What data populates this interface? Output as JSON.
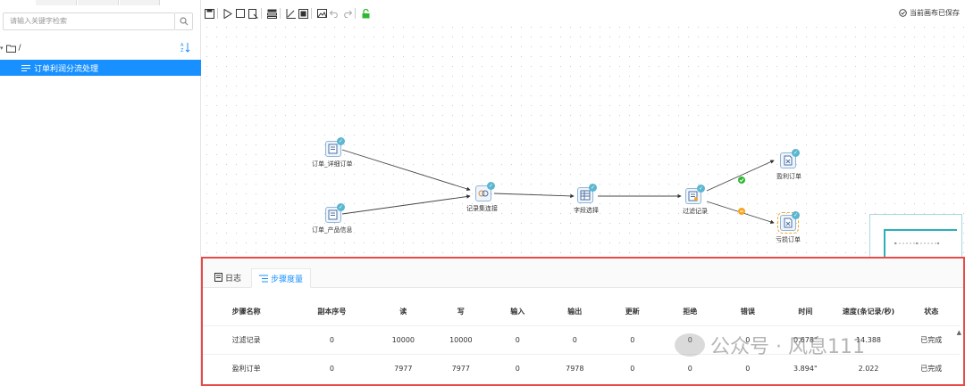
{
  "sidebar": {
    "search_placeholder": "请输入关键字检索",
    "root_label": "/",
    "selected_item": "订单利润分流处理"
  },
  "toolbar": {
    "saved_status": "当前画布已保存"
  },
  "canvas": {
    "nodes": {
      "n1": "订单_详细订单",
      "n2": "订单_产品信息",
      "n3": "记录集连接",
      "n4": "字段选择",
      "n5": "过滤记录",
      "n6": "盈利订单",
      "n7": "亏损订单"
    }
  },
  "panel": {
    "tab_log": "日志",
    "tab_metrics": "步骤度量",
    "columns": [
      "步骤名称",
      "副本序号",
      "读",
      "写",
      "输入",
      "输出",
      "更新",
      "拒绝",
      "错误",
      "时间",
      "速度(条记录/秒)",
      "状态"
    ],
    "rows": [
      [
        "过滤记录",
        "0",
        "10000",
        "10000",
        "0",
        "0",
        "0",
        "0",
        "0",
        "0.678\"",
        "14.388",
        "已完成"
      ],
      [
        "盈利订单",
        "0",
        "7977",
        "7977",
        "0",
        "7978",
        "0",
        "0",
        "0",
        "3.894\"",
        "2.022",
        "已完成"
      ]
    ]
  },
  "watermark": {
    "text": "公众号 · 风息111"
  },
  "colors": {
    "accent": "#1890ff",
    "panel_border": "#e84a4a",
    "success": "#2eb82e",
    "warning": "#f5a623"
  }
}
